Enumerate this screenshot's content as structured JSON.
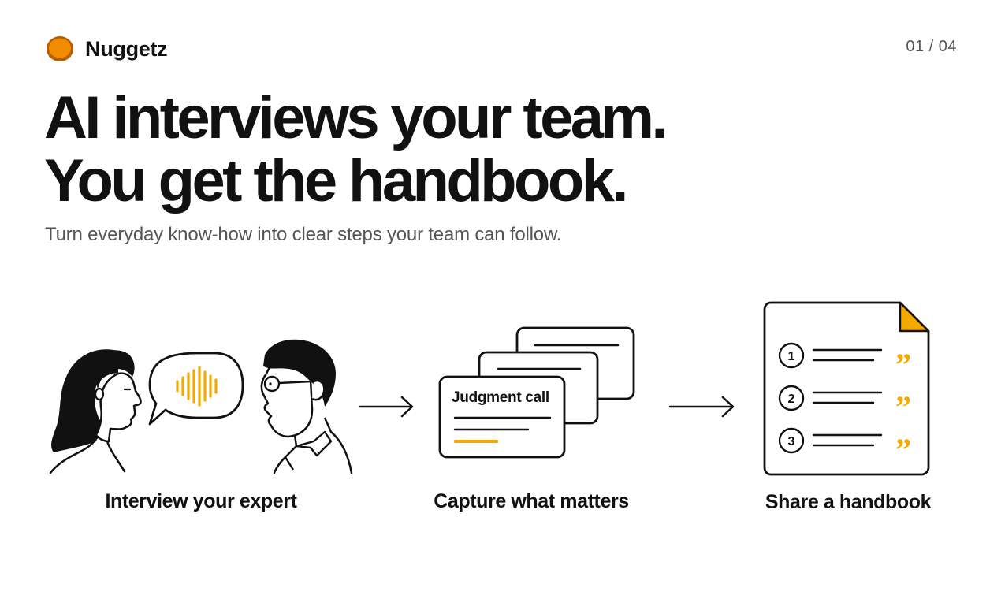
{
  "brand": {
    "name": "Nuggetz",
    "logo_icon": "orange-circle-logo",
    "logo_color": "#F28C00"
  },
  "pagination": {
    "counter": "01 / 04"
  },
  "hero": {
    "headline_line1": "AI interviews your team.",
    "headline_line2": "You get the handbook.",
    "subtitle": "Turn everyday know-how into clear steps your team can follow."
  },
  "steps": [
    {
      "label": "Interview your expert",
      "icons": [
        "woman-icon",
        "speech-bubble-waveform-icon",
        "man-with-glasses-icon"
      ]
    },
    {
      "label": "Capture what matters",
      "card_title": "Judgment call",
      "icons": [
        "stacked-cards-icon"
      ]
    },
    {
      "label": "Share a handbook",
      "list_numbers": [
        "1",
        "2",
        "3"
      ],
      "quote_mark": "”",
      "icons": [
        "document-icon"
      ]
    }
  ],
  "colors": {
    "accent": "#F2A900",
    "ink": "#111111",
    "muted": "#555555",
    "background": "#FFFFFF"
  }
}
